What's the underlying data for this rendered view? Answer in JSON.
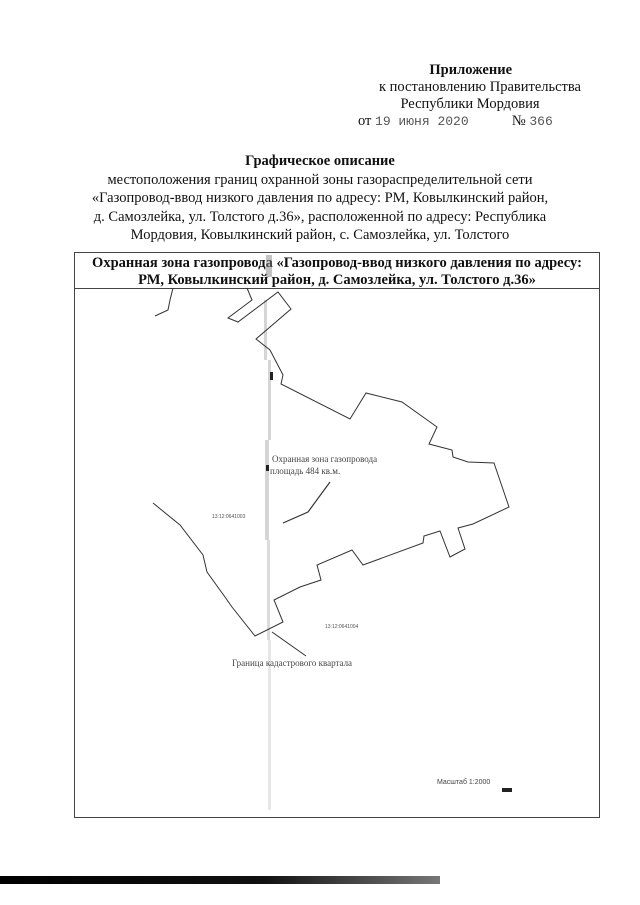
{
  "appendix": {
    "title": "Приложение",
    "line1": "к постановлению Правительства",
    "line2": "Республики Мордовия",
    "date_prefix": "от",
    "date": "19 июня 2020",
    "number_sign": "№",
    "number": "366"
  },
  "description": {
    "heading": "Графическое описание",
    "lines": [
      "местоположения границ охранной зоны газораспределительной сети",
      "«Газопровод-ввод низкого давления по адресу: РМ, Ковылкинский район,",
      "д. Самозлейка, ул. Толстого д.36», расположенной по адресу: Республика",
      "Мордовия, Ковылкинский район, с. Самозлейка, ул. Толстого"
    ]
  },
  "map": {
    "header_line1": "Охранная зона газопровода «Газопровод-ввод низкого давления по адресу:",
    "header_line2": "РМ, Ковылкинский район, д. Самозлейка, ул. Толстого д.36»",
    "zone_label_line1": "Охранная зона газопровода",
    "zone_label_line2": "площадь 484 кв.м.",
    "parcel_label_west": "13:12:0641003",
    "parcel_label_east": "13:12:0641004",
    "boundary_label": "Граница кадастрового квартала",
    "scale_label": "Масштаб 1:2000",
    "line_color": "#333333"
  }
}
